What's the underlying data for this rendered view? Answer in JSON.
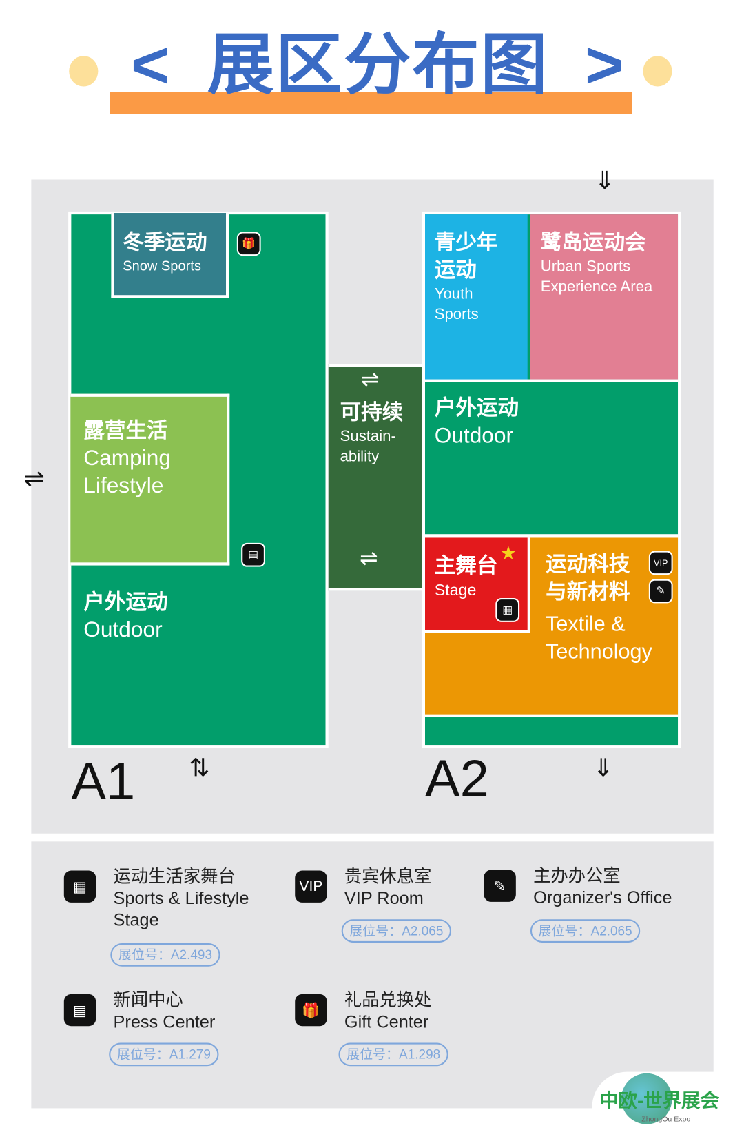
{
  "header": {
    "title": "展区分布图",
    "left_bracket": "<",
    "right_bracket": ">"
  },
  "colors": {
    "title_blue": "#3a6bc4",
    "underline_orange": "#fb9a45",
    "dot_yellow": "#fde09a",
    "outdoor_green": "#029e6b",
    "snow_teal": "#337f8c",
    "camping_lime": "#8cc152",
    "sustain_green": "#356a3a",
    "youth_blue": "#1db3e4",
    "urban_pink": "#e27f93",
    "stage_red": "#e3191c",
    "textile_orange": "#ec9704",
    "badge_blue": "#7fa7dc"
  },
  "map": {
    "halls": {
      "a1": "A1",
      "a2": "A2"
    },
    "zones": {
      "snow": {
        "zh": "冬季运动",
        "en": "Snow Sports"
      },
      "camping": {
        "zh": "露营生活",
        "en1": "Camping",
        "en2": "Lifestyle"
      },
      "outdoor_a1": {
        "zh": "户外运动",
        "en": "Outdoor"
      },
      "sustainability": {
        "zh": "可持续",
        "en1": "Sustain-",
        "en2": "ability"
      },
      "youth": {
        "zh1": "青少年",
        "zh2": "运动",
        "en1": "Youth",
        "en2": "Sports"
      },
      "urban": {
        "zh": "鹭岛运动会",
        "en1": "Urban Sports",
        "en2": "Experience Area"
      },
      "outdoor_a2": {
        "zh": "户外运动",
        "en": "Outdoor"
      },
      "stage": {
        "zh": "主舞台",
        "en": "Stage"
      },
      "textile": {
        "zh1": "运动科技",
        "zh2": "与新材料",
        "en1": "Textile &",
        "en2": "Technology"
      }
    },
    "icons": {
      "vip_label": "VIP"
    }
  },
  "legend": {
    "items": [
      {
        "icon": "stage-monitor-icon",
        "zh": "运动生活家舞台",
        "en1": "Sports & Lifestyle",
        "en2": "Stage",
        "booth": "展位号：A2.493"
      },
      {
        "icon": "vip-icon",
        "icon_text": "VIP",
        "zh": "贵宾休息室",
        "en1": "VIP Room",
        "booth": "展位号：A2.065"
      },
      {
        "icon": "office-document-icon",
        "zh": "主办办公室",
        "en1": "Organizer's Office",
        "booth": "展位号：A2.065"
      },
      {
        "icon": "newspaper-icon",
        "zh": "新闻中心",
        "en1": "Press Center",
        "booth": "展位号：A1.279"
      },
      {
        "icon": "gift-icon",
        "zh": "礼品兑换处",
        "en1": "Gift Center",
        "booth": "展位号：A1.298"
      }
    ]
  },
  "logo": {
    "zh": "中欧-世界展会",
    "en": "ZhongOu Expo"
  }
}
